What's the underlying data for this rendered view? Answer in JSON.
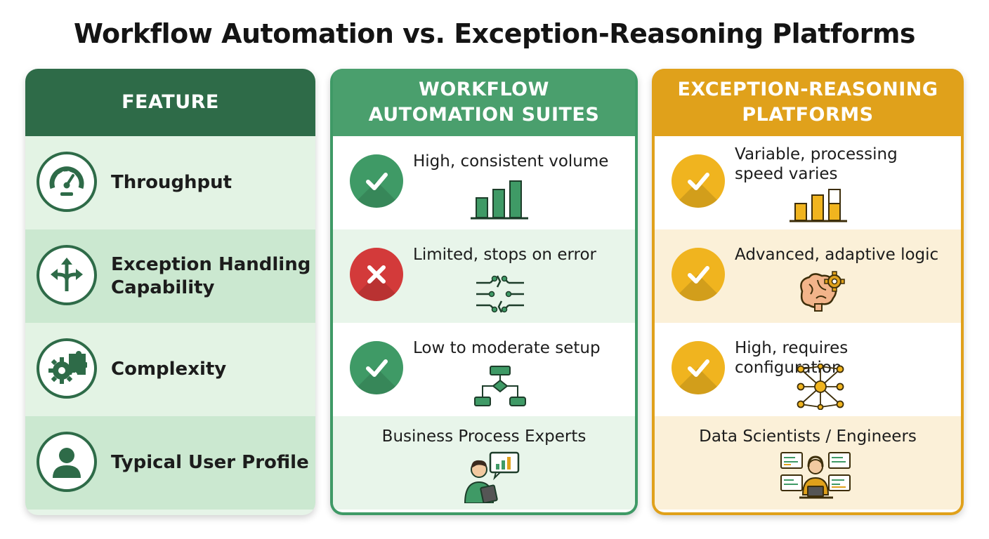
{
  "title": "Workflow Automation vs. Exception-Reasoning Platforms",
  "columns": {
    "feature": {
      "heading": "FEATURE",
      "color": "#2e6b48"
    },
    "workflow": {
      "heading_line1": "WORKFLOW",
      "heading_line2": "AUTOMATION SUITES",
      "color": "#4a9f6d"
    },
    "exception": {
      "heading_line1": "EXCEPTION-REASONING",
      "heading_line2": "PLATFORMS",
      "color": "#e0a11b"
    }
  },
  "features": [
    {
      "label": "Throughput",
      "icon": "speedometer-icon"
    },
    {
      "label_line1": "Exception Handling",
      "label_line2": "Capability",
      "icon": "branching-arrows-icon"
    },
    {
      "label": "Complexity",
      "icon": "gear-puzzle-icon"
    },
    {
      "label": "Typical User Profile",
      "icon": "user-icon"
    }
  ],
  "workflow_cells": [
    {
      "text": "High, consistent volume",
      "status": "check",
      "icon": "bar-chart-icon"
    },
    {
      "text": "Limited, stops on error",
      "status": "cross",
      "icon": "broken-circuit-icon"
    },
    {
      "text": "Low to moderate setup",
      "status": "check",
      "icon": "flowchart-icon"
    },
    {
      "text": "Business Process Experts",
      "icon": "business-expert-icon"
    }
  ],
  "exception_cells": [
    {
      "text_line1": "Variable, processing",
      "text_line2": "speed varies",
      "status": "check",
      "icon": "bar-chart-icon"
    },
    {
      "text": "Advanced, adaptive logic",
      "status": "check",
      "icon": "brain-gear-icon"
    },
    {
      "text": "High, requires configuration",
      "status": "check",
      "icon": "neural-network-icon"
    },
    {
      "text": "Data Scientists / Engineers",
      "icon": "engineer-screens-icon"
    }
  ]
}
